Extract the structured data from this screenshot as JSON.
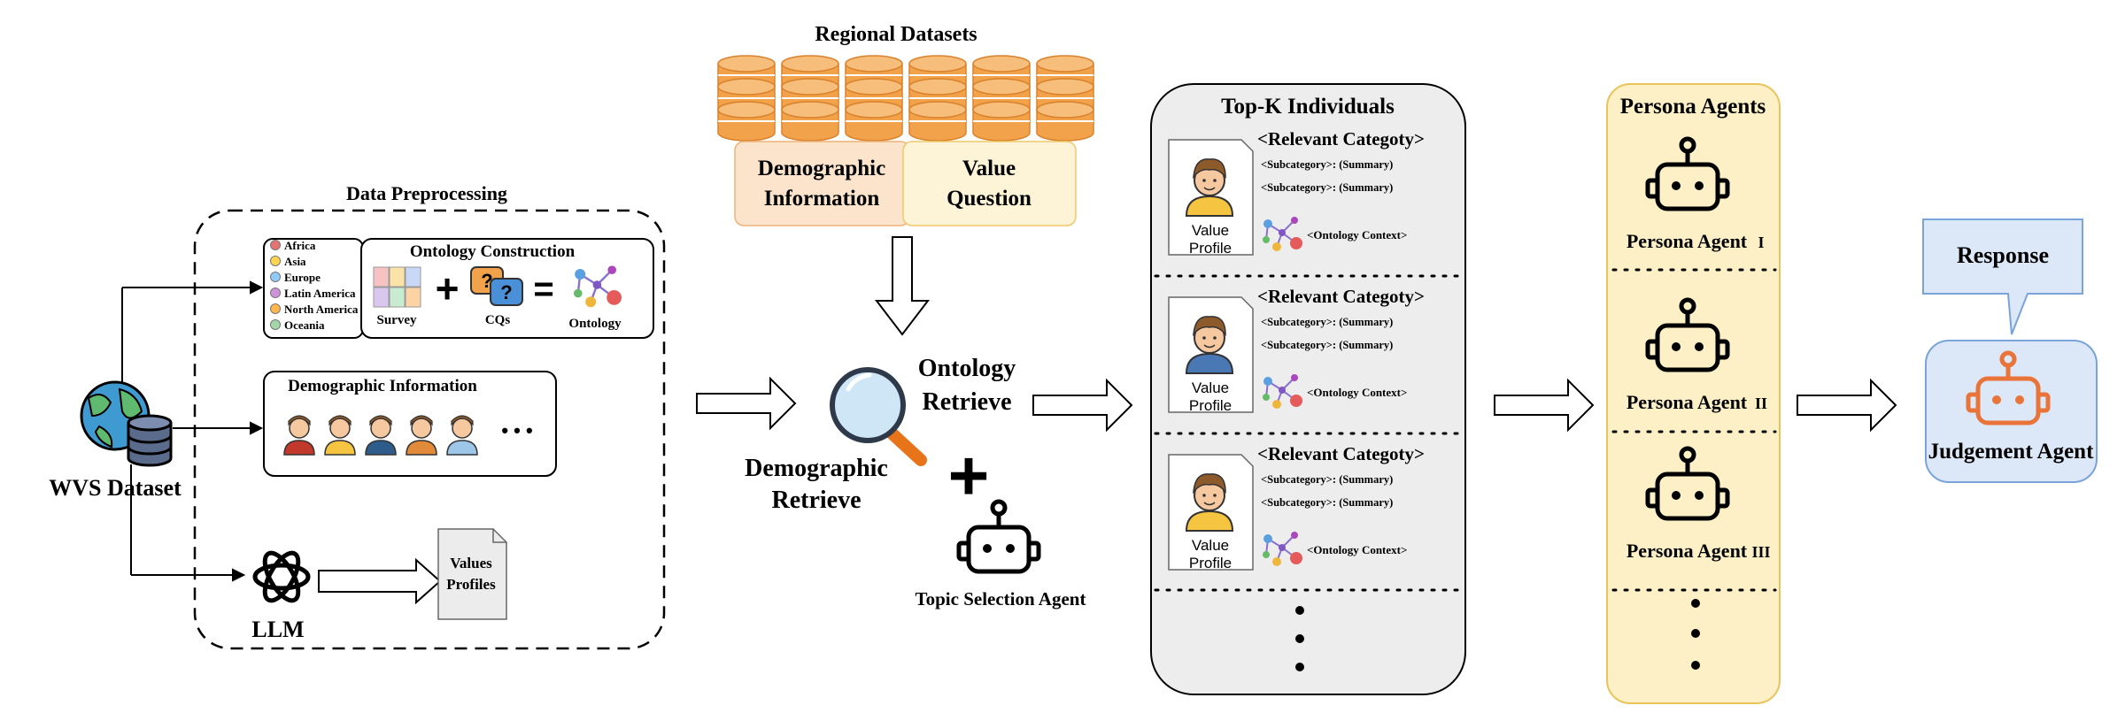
{
  "wvs": {
    "label": "WVS Dataset"
  },
  "preprocessing": {
    "title": "Data Preprocessing",
    "regions": [
      "Africa",
      "Asia",
      "Europe",
      "Latin America",
      "North America",
      "Oceania"
    ],
    "region_colors": [
      "#e57373",
      "#ffd54f",
      "#90caf9",
      "#ce93d8",
      "#ffb74d",
      "#a5d6a7"
    ],
    "ontology": {
      "title": "Ontology Construction",
      "survey_label": "Survey",
      "cqs_label": "CQs",
      "ontology_label": "Ontology",
      "plus": "+",
      "equals": "="
    },
    "demographic": {
      "title": "Demographic Information",
      "ellipsis": "• • •"
    },
    "llm": {
      "label": "LLM"
    },
    "values_profiles": {
      "line1": "Values",
      "line2": "Profiles"
    }
  },
  "regional": {
    "title": "Regional Datasets",
    "demographic_line1": "Demographic",
    "demographic_line2": "Information",
    "value_line1": "Value",
    "value_line2": "Question"
  },
  "retrieval": {
    "ontology_line1": "Ontology",
    "ontology_line2": "Retrieve",
    "demographic_line1": "Demographic",
    "demographic_line2": "Retrieve",
    "plus": "+",
    "topic_agent": "Topic Selection Agent"
  },
  "topk": {
    "title": "Top-K Individuals",
    "cards": [
      {
        "category": "<Relevant Categoty>",
        "sub1": "<Subcategory>: (Summary)",
        "sub2": "<Subcategory>: (Summary)",
        "profile_line1": "Value",
        "profile_line2": "Profile",
        "context": "<Ontology Context>"
      },
      {
        "category": "<Relevant Categoty>",
        "sub1": "<Subcategory>: (Summary)",
        "sub2": "<Subcategory>: (Summary)",
        "profile_line1": "Value",
        "profile_line2": "Profile",
        "context": "<Ontology Context>"
      },
      {
        "category": "<Relevant Categoty>",
        "sub1": "<Subcategory>: (Summary)",
        "sub2": "<Subcategory>: (Summary)",
        "profile_line1": "Value",
        "profile_line2": "Profile",
        "context": "<Ontology Context>"
      }
    ]
  },
  "persona": {
    "title": "Persona Agents",
    "agents": [
      {
        "label": "Persona Agent",
        "numeral": "I"
      },
      {
        "label": "Persona Agent",
        "numeral": "II"
      },
      {
        "label": "Persona Agent",
        "numeral": "III"
      }
    ]
  },
  "response": {
    "label": "Response"
  },
  "judgement": {
    "label": "Judgement Agent"
  },
  "colors": {
    "db_orange": "#f2a24a",
    "demo_box": "#fbe3cc",
    "value_box": "#fdf3d7",
    "topk_panel": "#ededed",
    "persona_panel": "#fdf0c6",
    "persona_border": "#e8c45a",
    "response_fill": "#dce8f8",
    "response_border": "#7aa3d9",
    "judge_fill": "#dce8f8",
    "judge_robot": "#e8743a"
  }
}
